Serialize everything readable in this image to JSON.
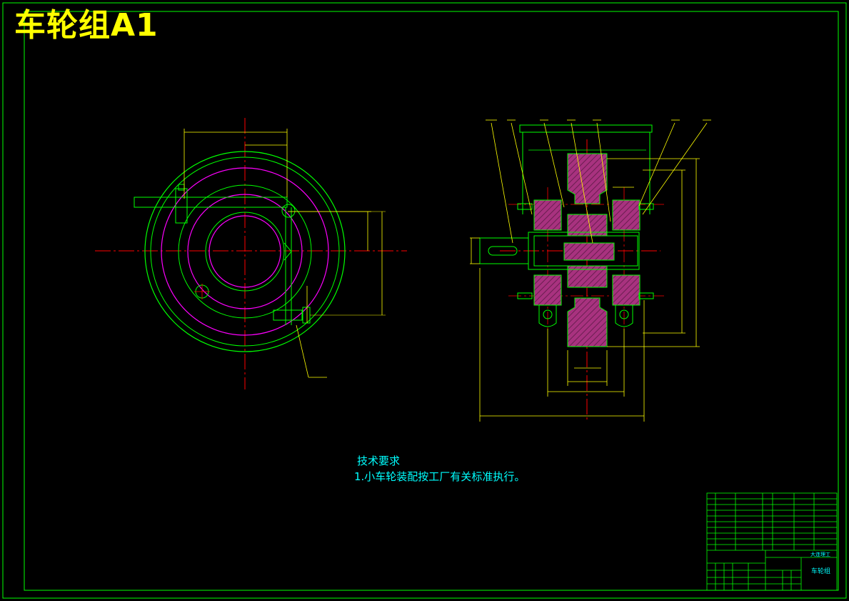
{
  "drawing": {
    "title": "车轮组A1",
    "tech_requirements": {
      "heading": "技术要求",
      "item1": "1.小车轮装配按工厂有关标准执行。"
    },
    "title_block": {
      "part_name": "车轮组",
      "school": "大连理工"
    },
    "colors": {
      "background": "#000000",
      "frame": "#00ff00",
      "title": "#ffff00",
      "centerline": "#ff0000",
      "outline": "#00ff00",
      "circle": "#ff00ff",
      "dimension": "#ffff00",
      "section_fill": "#b03a8a",
      "annotation": "#00ffff"
    }
  }
}
